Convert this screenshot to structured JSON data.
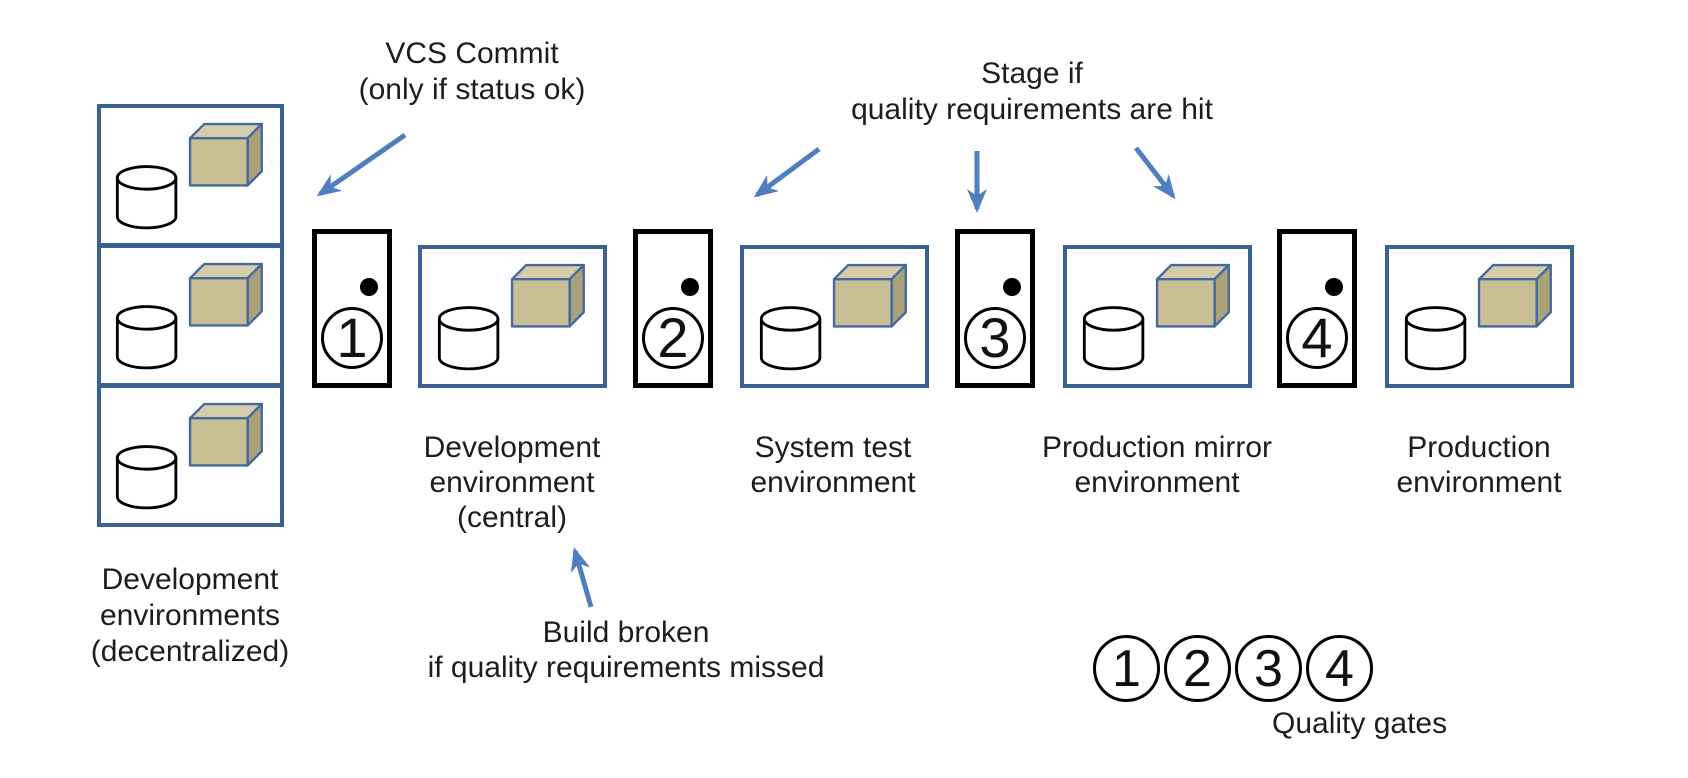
{
  "diagram": "staged-deployment-pipeline",
  "colors": {
    "background": "#ffffff",
    "box_border": "#3b6192",
    "gate_border": "#000000",
    "arrow": "#4f7fbf",
    "cube_front": "#c8bf95",
    "cube_top": "#d5cda9",
    "cube_side": "#aba178",
    "cube_border": "#44699e",
    "cylinder_stroke": "#000000",
    "text": "#1d1d1d"
  },
  "icons": {
    "database_cylinder": "white cylinder outline (database)",
    "artifact_cube": "tan 3D cube with blue edges (build artifact)",
    "gate_status_dot": "small filled black circle",
    "flow_arrow": "blue straight arrow with triangular head"
  },
  "annotations": {
    "vcs_commit": {
      "lines": [
        "VCS Commit",
        "(only if status ok)"
      ]
    },
    "stage": {
      "lines": [
        "Stage if",
        "quality requirements are hit"
      ]
    },
    "build_broken": {
      "lines": [
        "Build broken",
        "if quality requirements missed"
      ]
    }
  },
  "dev_decentralized": {
    "instance_count": 3,
    "label_lines": [
      "Development",
      "environments",
      "(decentralized)"
    ]
  },
  "environments": [
    {
      "id": "dev-central",
      "label_lines": [
        "Development",
        "environment",
        "(central)"
      ]
    },
    {
      "id": "system-test",
      "label_lines": [
        "System test",
        "environment"
      ]
    },
    {
      "id": "production-mirror",
      "label_lines": [
        "Production mirror",
        "environment"
      ]
    },
    {
      "id": "production",
      "label_lines": [
        "Production",
        "environment"
      ]
    }
  ],
  "gates": [
    {
      "number": "1"
    },
    {
      "number": "2"
    },
    {
      "number": "3"
    },
    {
      "number": "4"
    }
  ],
  "legend": {
    "items": [
      "1",
      "2",
      "3",
      "4"
    ],
    "label": "Quality gates"
  }
}
